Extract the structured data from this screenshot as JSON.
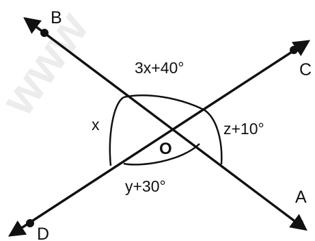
{
  "watermark": "www",
  "points": {
    "B": "B",
    "C": "C",
    "A": "A",
    "D": "D",
    "O": "O"
  },
  "angles": {
    "top": "3x+40°",
    "left": "x",
    "right": "z+10°",
    "bottom": "y+30°"
  },
  "colors": {
    "ink": "#111111",
    "background": "#ffffff",
    "watermark": "#ececec"
  }
}
